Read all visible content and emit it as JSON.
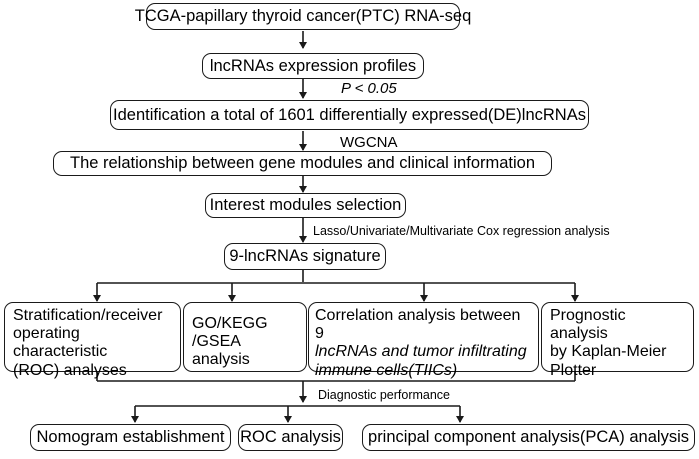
{
  "steps": {
    "tcga": "TCGA-papillary thyroid cancer(PTC) RNA-seq",
    "profiles": "lncRNAs expression profiles",
    "pvalue": "P < 0.05",
    "de": "Identification a total of 1601 differentially expressed(DE)lncRNAs",
    "wgcna": "WGCNA",
    "modules": "The relationship between gene modules and clinical information",
    "interest": "Interest modules selection",
    "lasso": "Lasso/Univariate/Multivariate Cox regression analysis",
    "signature": "9-lncRNAs signature",
    "diagnostic": "Diagnostic performance"
  },
  "analyses": {
    "roc_stratification": [
      "Stratification/receiver",
      "operating characteristic",
      "(ROC) analyses"
    ],
    "go": [
      "GO/KEGG",
      "/GSEA analysis"
    ],
    "correlation": [
      "Correlation analysis between 9",
      "lncRNAs and tumor infiltrating",
      "immune cells(TIICs)"
    ],
    "prognostic": [
      "Prognostic analysis",
      "by Kaplan-Meier",
      "Plotter"
    ]
  },
  "outcomes": {
    "nomogram": "Nomogram establishment",
    "roc": "ROC analysis",
    "pca": "principal component analysis(PCA) analysis"
  }
}
